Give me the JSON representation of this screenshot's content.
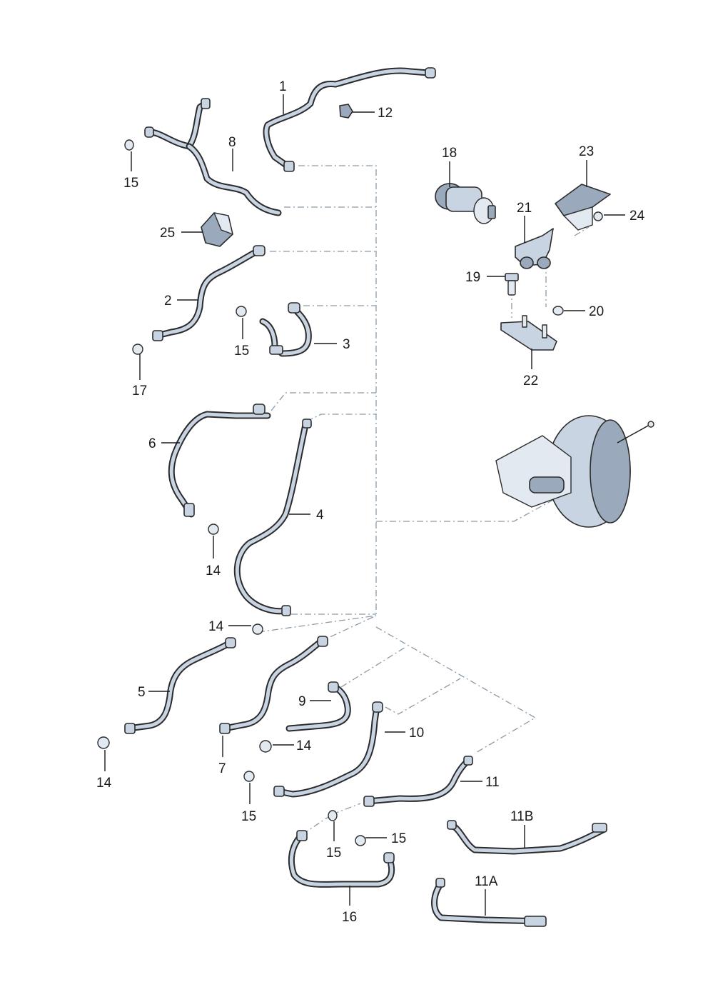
{
  "callouts": [
    {
      "id": "c1",
      "text": "1"
    },
    {
      "id": "c2",
      "text": "2"
    },
    {
      "id": "c3",
      "text": "3"
    },
    {
      "id": "c4",
      "text": "4"
    },
    {
      "id": "c5",
      "text": "5"
    },
    {
      "id": "c6",
      "text": "6"
    },
    {
      "id": "c7",
      "text": "7"
    },
    {
      "id": "c8",
      "text": "8"
    },
    {
      "id": "c9",
      "text": "9"
    },
    {
      "id": "c10",
      "text": "10"
    },
    {
      "id": "c11",
      "text": "11"
    },
    {
      "id": "c11b",
      "text": "11B"
    },
    {
      "id": "c11a",
      "text": "11A"
    },
    {
      "id": "c12",
      "text": "12"
    },
    {
      "id": "c14a",
      "text": "14"
    },
    {
      "id": "c14b",
      "text": "14"
    },
    {
      "id": "c14c",
      "text": "14"
    },
    {
      "id": "c14d",
      "text": "14"
    },
    {
      "id": "c15a",
      "text": "15"
    },
    {
      "id": "c15b",
      "text": "15"
    },
    {
      "id": "c15c",
      "text": "15"
    },
    {
      "id": "c15d",
      "text": "15"
    },
    {
      "id": "c15e",
      "text": "15"
    },
    {
      "id": "c16",
      "text": "16"
    },
    {
      "id": "c17",
      "text": "17"
    },
    {
      "id": "c18",
      "text": "18"
    },
    {
      "id": "c19",
      "text": "19"
    },
    {
      "id": "c20",
      "text": "20"
    },
    {
      "id": "c21",
      "text": "21"
    },
    {
      "id": "c22",
      "text": "22"
    },
    {
      "id": "c23",
      "text": "23"
    },
    {
      "id": "c24",
      "text": "24"
    },
    {
      "id": "c25",
      "text": "25"
    }
  ]
}
